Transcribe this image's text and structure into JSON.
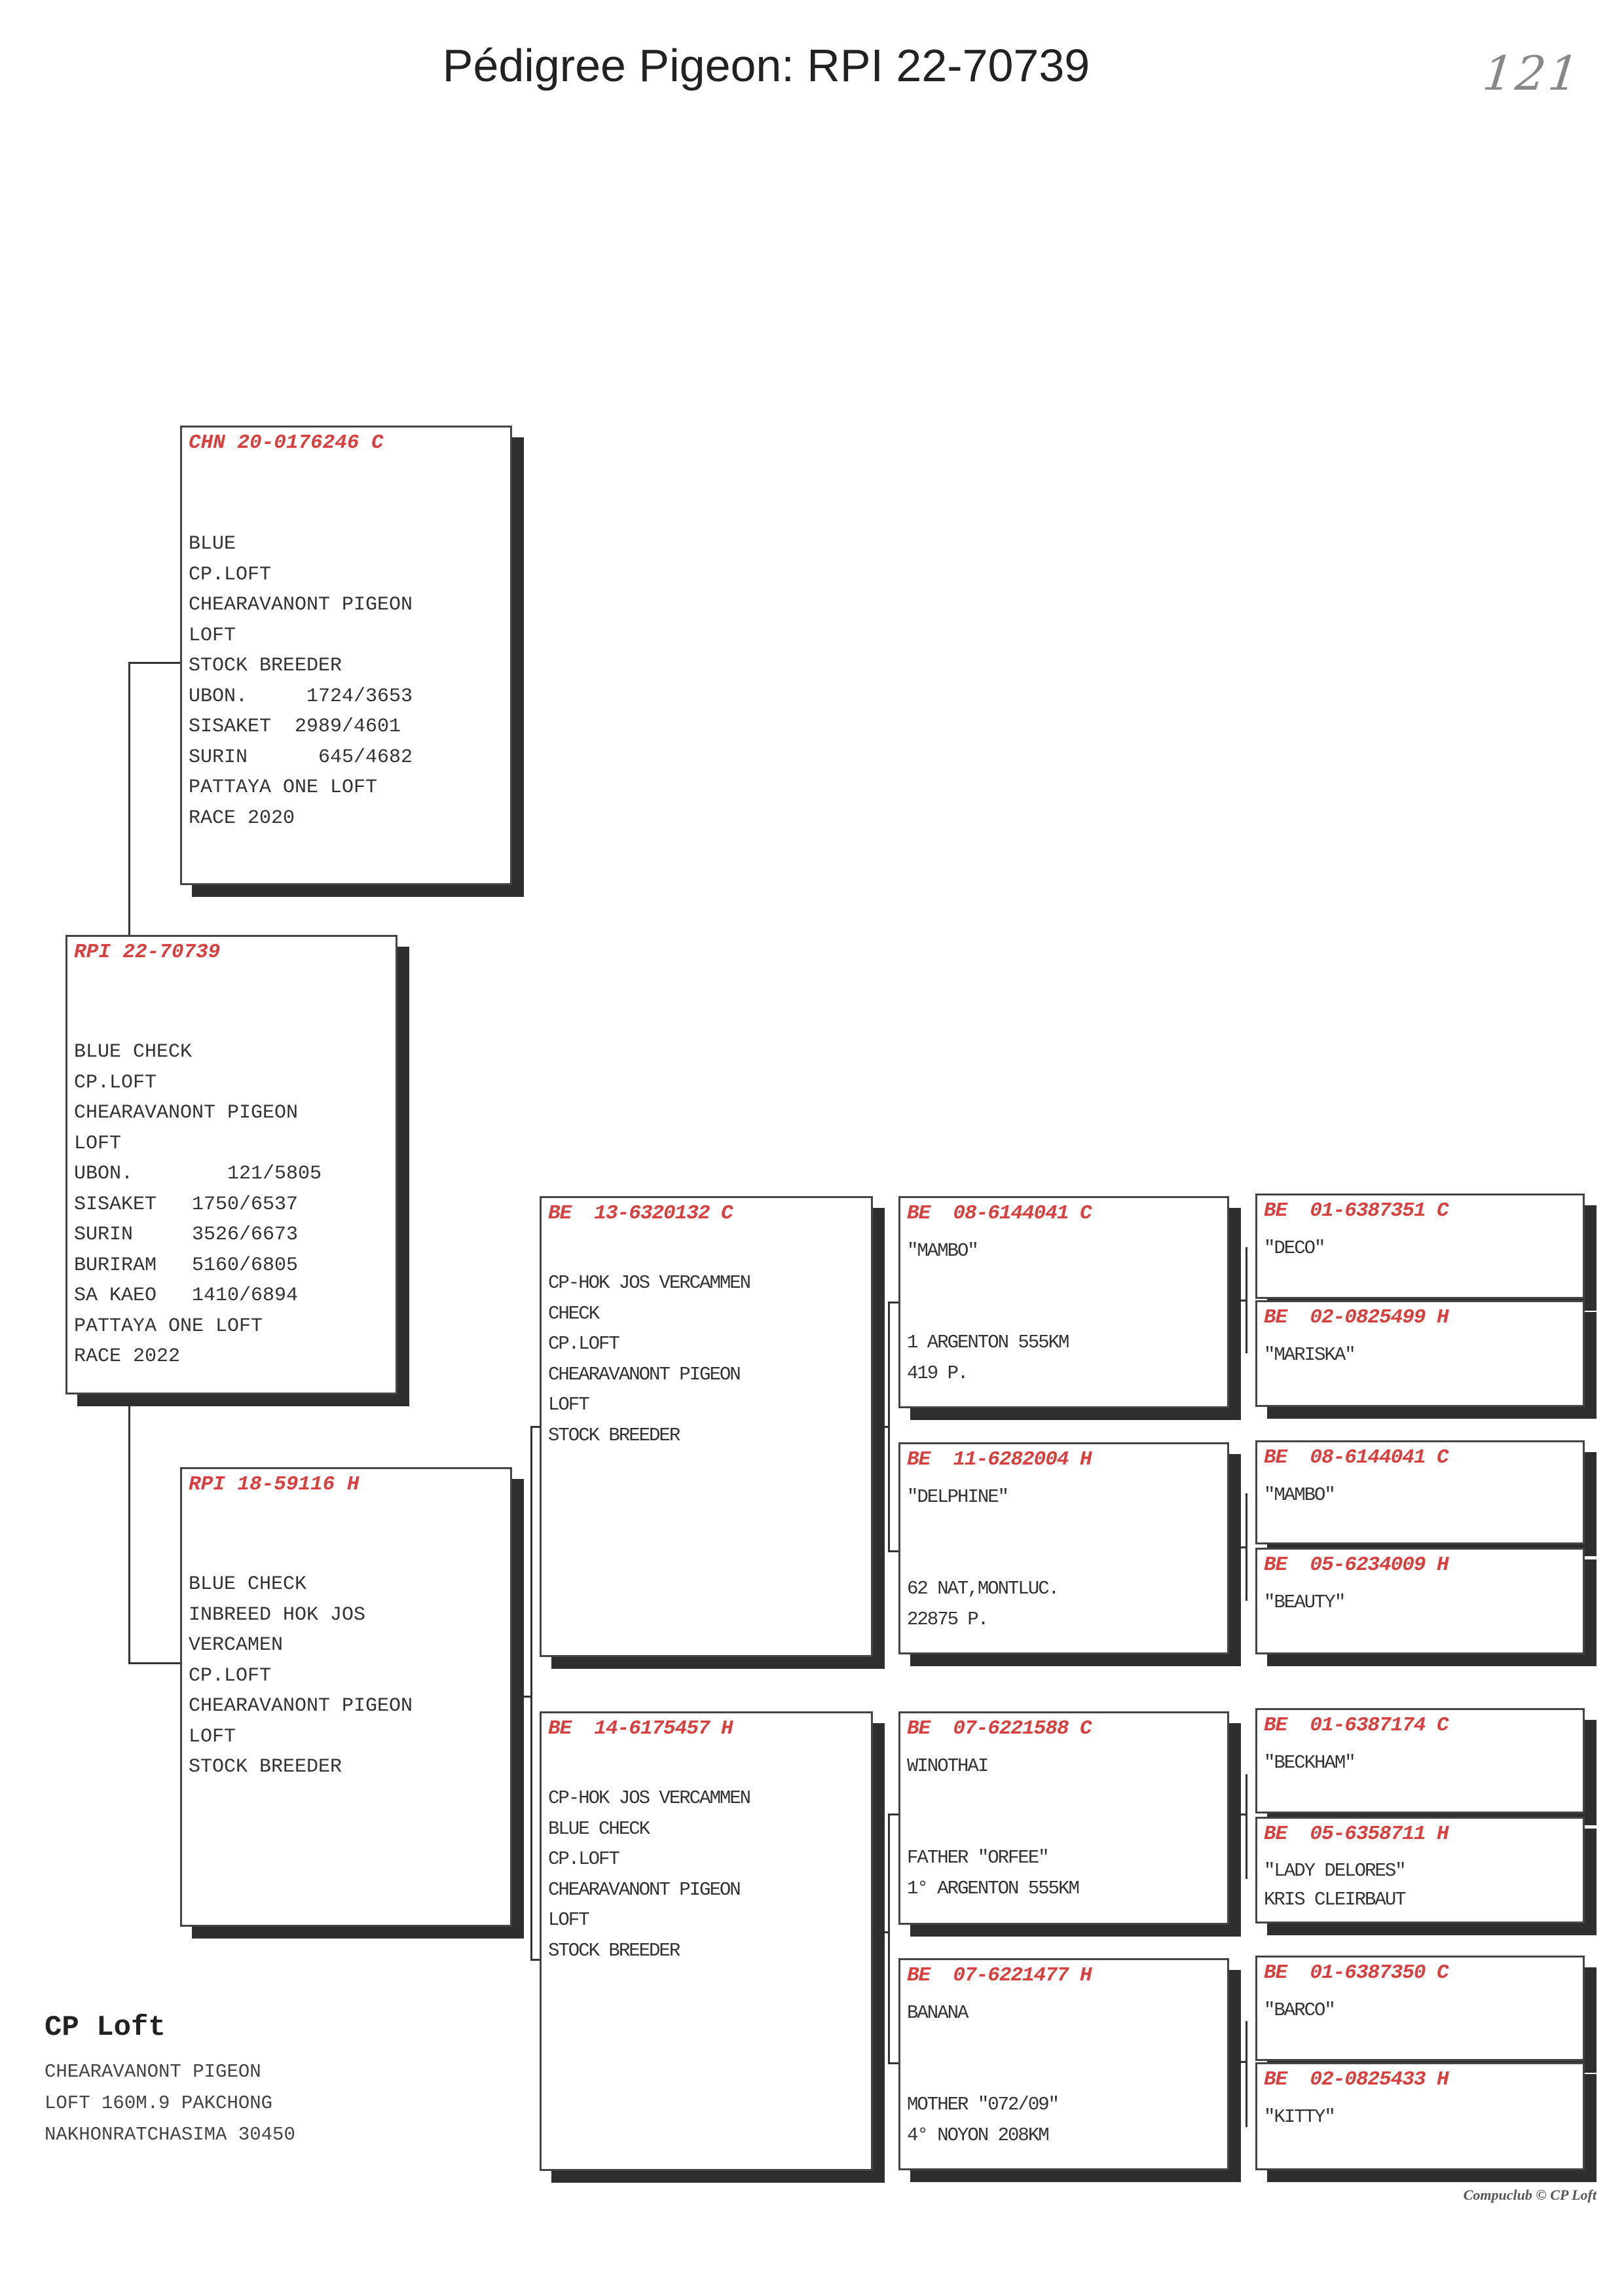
{
  "title": "Pédigree Pigeon: RPI 22-70739",
  "handwritten_note": "121",
  "accent_color": "#d6403f",
  "subject": {
    "ring": "RPI 22-70739",
    "lines": [
      "BLUE CHECK",
      "CP.LOFT",
      "CHEARAVANONT PIGEON",
      "LOFT",
      "UBON.        121/5805",
      "SISAKET   1750/6537",
      "SURIN     3526/6673",
      "BURIRAM   5160/6805",
      "SA KAEO   1410/6894",
      "PATTAYA ONE LOFT",
      "RACE 2022"
    ]
  },
  "sire": {
    "ring": "CHN 20-0176246 C",
    "lines": [
      "BLUE",
      "CP.LOFT",
      "CHEARAVANONT PIGEON",
      "LOFT",
      "STOCK BREEDER",
      "UBON.     1724/3653",
      "SISAKET  2989/4601",
      "SURIN      645/4682",
      "PATTAYA ONE LOFT",
      "RACE 2020"
    ]
  },
  "dam": {
    "ring": "RPI 18-59116 H",
    "lines": [
      "BLUE CHECK",
      "INBREED HOK JOS",
      "VERCAMEN",
      "CP.LOFT",
      "CHEARAVANONT PIGEON",
      "LOFT",
      "STOCK BREEDER"
    ]
  },
  "gen2": [
    {
      "ring": "BE  13-6320132 C",
      "lines": [
        "CP-HOK JOS VERCAMMEN",
        "CHECK",
        "CP.LOFT",
        "CHEARAVANONT PIGEON",
        "LOFT",
        "STOCK BREEDER"
      ]
    },
    {
      "ring": "BE  14-6175457 H",
      "lines": [
        "CP-HOK JOS VERCAMMEN",
        "BLUE CHECK",
        "CP.LOFT",
        "CHEARAVANONT PIGEON",
        "LOFT",
        "STOCK BREEDER"
      ]
    }
  ],
  "gen3": [
    {
      "ring": "BE  08-6144041 C",
      "name": "\"MAMBO\"",
      "notes": [
        "1 ARGENTON 555KM",
        "419 P."
      ]
    },
    {
      "ring": "BE  11-6282004 H",
      "name": "\"DELPHINE\"",
      "notes": [
        "62 NAT,MONTLUC.",
        "22875 P."
      ]
    },
    {
      "ring": "BE  07-6221588 C",
      "name": "WINOTHAI",
      "notes": [
        "FATHER \"ORFEE\"",
        "1° ARGENTON 555KM"
      ]
    },
    {
      "ring": "BE  07-6221477 H",
      "name": "BANANA",
      "notes": [
        "MOTHER \"072/09\"",
        "4° NOYON 208KM"
      ]
    }
  ],
  "gen4": [
    {
      "ring": "BE  01-6387351 C",
      "lines": [
        "\"DECO\""
      ]
    },
    {
      "ring": "BE  02-0825499 H",
      "lines": [
        "\"MARISKA\""
      ]
    },
    {
      "ring": "BE  08-6144041 C",
      "lines": [
        "\"MAMBO\""
      ]
    },
    {
      "ring": "BE  05-6234009 H",
      "lines": [
        "\"BEAUTY\""
      ]
    },
    {
      "ring": "BE  01-6387174 C",
      "lines": [
        "\"BECKHAM\""
      ]
    },
    {
      "ring": "BE  05-6358711 H",
      "lines": [
        "\"LADY DELORES\"",
        "KRIS CLEIRBAUT"
      ]
    },
    {
      "ring": "BE  01-6387350 C",
      "lines": [
        "\"BARCO\""
      ]
    },
    {
      "ring": "BE  02-0825433 H",
      "lines": [
        "\"KITTY\""
      ]
    }
  ],
  "footer": {
    "name": "CP Loft",
    "lines": [
      "CHEARAVANONT PIGEON",
      "LOFT 160M.9 PAKCHONG",
      "NAKHONRATCHASIMA 30450"
    ],
    "credit": "Compuclub © CP Loft"
  }
}
